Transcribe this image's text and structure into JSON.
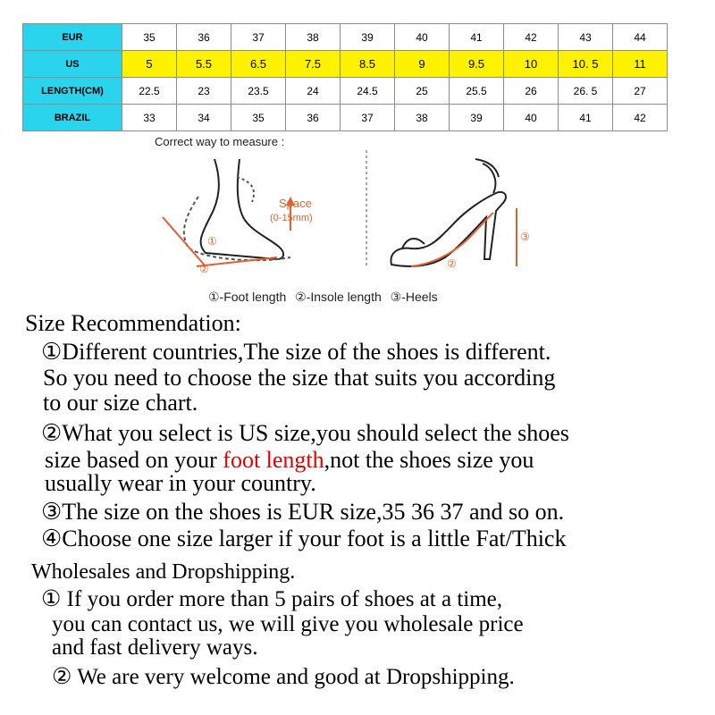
{
  "size_table": {
    "rows": [
      {
        "header": "EUR",
        "values": [
          "35",
          "36",
          "37",
          "38",
          "39",
          "40",
          "41",
          "42",
          "43",
          "44"
        ]
      },
      {
        "header": "US",
        "values": [
          "5",
          "5.5",
          "6.5",
          "7.5",
          "8.5",
          "9",
          "9.5",
          "10",
          "10. 5",
          "11"
        ]
      },
      {
        "header": "LENGTH(CM)",
        "values": [
          "22.5",
          "23",
          "23.5",
          "24",
          "24.5",
          "25",
          "25.5",
          "26",
          "26. 5",
          "27"
        ]
      },
      {
        "header": "BRAZIL",
        "values": [
          "33",
          "34",
          "35",
          "36",
          "37",
          "38",
          "39",
          "40",
          "41",
          "42"
        ]
      }
    ],
    "colors": {
      "header_bg": "#29d4ec",
      "us_row_bg": "#fff200"
    }
  },
  "measure": {
    "caption": "Correct way to measure :",
    "space_label": "Space",
    "space_range": "(0-15mm)",
    "markers": [
      "①",
      "②",
      "③"
    ],
    "legend": [
      "①-Foot length",
      "②-Insole length",
      "③-Heels"
    ]
  },
  "recommendation": {
    "title": "Size Recommendation:",
    "items": [
      {
        "lines": [
          "①Different countries,The size of the shoes is different.",
          "So you need to choose the size that suits you according",
          "to our size chart."
        ]
      },
      {
        "lines": [
          "②What you select is US size,you should select the shoes"
        ],
        "line2_pre": "size based on your ",
        "line2_highlight": "foot length",
        "line2_post": ",not the shoes size you",
        "line3": "usually wear in your country."
      },
      {
        "lines": [
          "③The size on the shoes is EUR size,35 36 37 and so on."
        ]
      },
      {
        "lines": [
          "④Choose one size larger if your foot is a little Fat/Thick"
        ]
      }
    ],
    "highlight_color": "#e30000"
  },
  "wholesale": {
    "title": "Wholesales and Dropshipping.",
    "items": [
      {
        "lines": [
          "① If you order more than 5 pairs of shoes at a time,",
          "you can contact us, we will give you wholesale price",
          "and fast delivery ways."
        ]
      },
      {
        "lines": [
          "② We are very welcome and good at Dropshipping."
        ]
      }
    ]
  }
}
